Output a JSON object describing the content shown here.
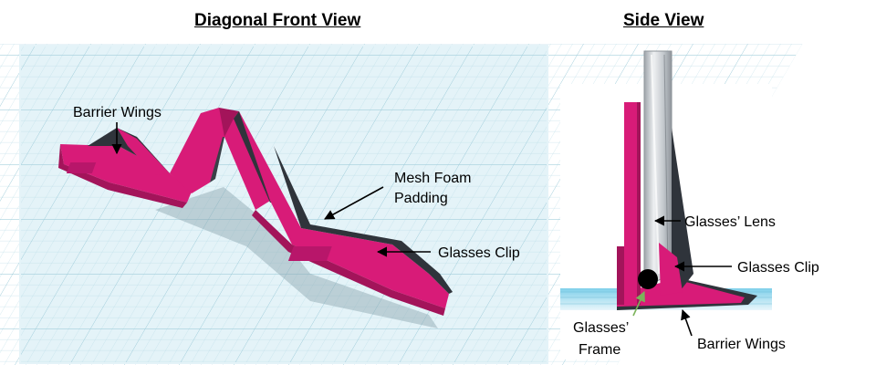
{
  "panels": {
    "front": {
      "title": "Diagonal Front View",
      "labels": {
        "barrier_wings": "Barrier Wings",
        "mesh_foam_line1": "Mesh Foam",
        "mesh_foam_line2": "Padding",
        "glasses_clip": "Glasses Clip"
      }
    },
    "side": {
      "title": "Side View",
      "labels": {
        "glasses_lens": "Glasses’ Lens",
        "glasses_clip": "Glasses Clip",
        "glasses_frame_line1": "Glasses’",
        "glasses_frame_line2": "Frame",
        "barrier_wings": "Barrier Wings"
      }
    }
  },
  "colors": {
    "part_magenta": "#d81b78",
    "part_magenta_dark": "#a3145a",
    "part_shadow": "#3a3f47",
    "grid_bg": "#dff0f5",
    "grid_line": "#9ccbd9",
    "lens_gray": "#c9cdd1",
    "frame_black": "#000000"
  }
}
